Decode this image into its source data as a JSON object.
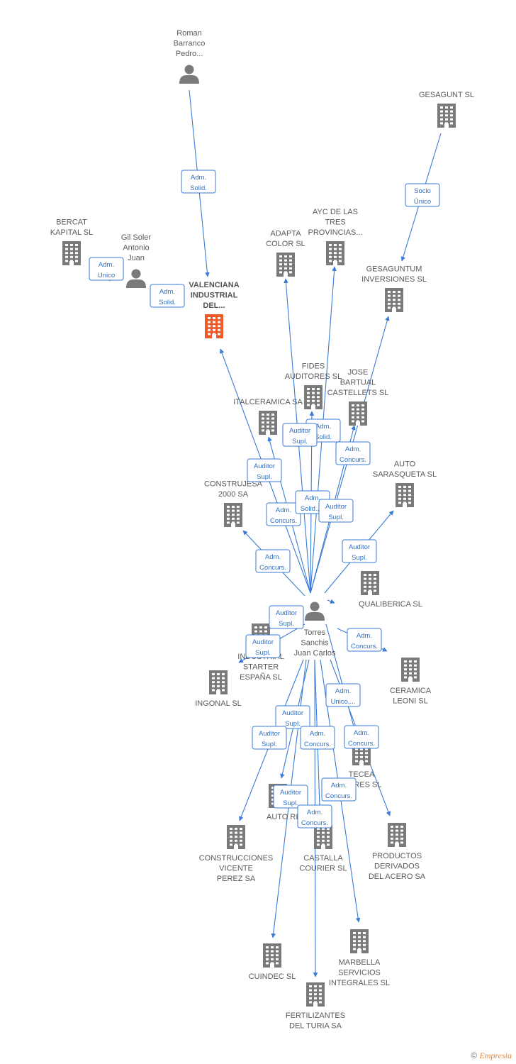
{
  "colors": {
    "edge": "#3a7bd5",
    "node": "#7a7a7a",
    "focus": "#f05a28",
    "label": "#5a5a5a"
  },
  "nodes": [
    {
      "id": "roman",
      "type": "person",
      "label": [
        "Roman",
        "Barranco",
        "Pedro..."
      ]
    },
    {
      "id": "gesagunt",
      "type": "company",
      "label": [
        "GESAGUNT SL"
      ]
    },
    {
      "id": "bercat",
      "type": "company",
      "label": [
        "BERCAT",
        "KAPITAL SL"
      ]
    },
    {
      "id": "gilsoler",
      "type": "person",
      "label": [
        "Gil Soler",
        "Antonio",
        "Juan"
      ]
    },
    {
      "id": "valenciana",
      "type": "company",
      "main": true,
      "label": [
        "VALENCIANA",
        "INDUSTRIAL",
        "DEL..."
      ]
    },
    {
      "id": "adapta",
      "type": "company",
      "label": [
        "ADAPTA",
        "COLOR SL"
      ]
    },
    {
      "id": "ayc",
      "type": "company",
      "label": [
        "AYC DE LAS",
        "TRES",
        "PROVINCIAS..."
      ]
    },
    {
      "id": "gesaguntum",
      "type": "company",
      "label": [
        "GESAGUNTUM",
        "INVERSIONES SL"
      ]
    },
    {
      "id": "fides",
      "type": "company",
      "label": [
        "FIDES",
        "AUDITORES SL"
      ]
    },
    {
      "id": "italceramica",
      "type": "company",
      "label": [
        "ITALCERAMICA SA"
      ]
    },
    {
      "id": "jose",
      "type": "company",
      "label": [
        "JOSE",
        "BARTUAL",
        "CASTELLETS SL"
      ]
    },
    {
      "id": "auto_sarasqueta",
      "type": "company",
      "label": [
        "AUTO",
        "SARASQUETA SL"
      ]
    },
    {
      "id": "construjesa",
      "type": "company",
      "label": [
        "CONSTRUJESA",
        "2000 SA"
      ]
    },
    {
      "id": "qualiberica",
      "type": "company",
      "label": [
        "QUALIBERICA SL"
      ]
    },
    {
      "id": "torres",
      "type": "person",
      "label": [
        "Torres",
        "Sanchis",
        "Juan Carlos"
      ]
    },
    {
      "id": "industrial_starter",
      "type": "company",
      "label": [
        "INDUSTRIAL",
        "STARTER",
        "ESPAÑA SL"
      ]
    },
    {
      "id": "ingonal",
      "type": "company",
      "label": [
        "INGONAL SL"
      ]
    },
    {
      "id": "ceramica_leoni",
      "type": "company",
      "label": [
        "CERAMICA",
        "LEONI SL"
      ]
    },
    {
      "id": "tecea",
      "type": "company",
      "label": [
        "TECEA",
        "...ORES SL"
      ]
    },
    {
      "id": "auto_ribes",
      "type": "company",
      "label": [
        "AUTO RIBES..."
      ]
    },
    {
      "id": "construcciones_vicente",
      "type": "company",
      "label": [
        "CONSTRUCCIONES",
        "VICENTE",
        "PEREZ SA"
      ]
    },
    {
      "id": "castalla",
      "type": "company",
      "label": [
        "CASTALLA",
        "COURIER  SL"
      ]
    },
    {
      "id": "productos",
      "type": "company",
      "label": [
        "PRODUCTOS",
        "DERIVADOS",
        "DEL ACERO SA"
      ]
    },
    {
      "id": "cuindec",
      "type": "company",
      "label": [
        "CUINDEC SL"
      ]
    },
    {
      "id": "marbella",
      "type": "company",
      "label": [
        "MARBELLA",
        "SERVICIOS",
        "INTEGRALES SL"
      ]
    },
    {
      "id": "fertilizantes",
      "type": "company",
      "label": [
        "FERTILIZANTES",
        "DEL TURIA SA"
      ]
    }
  ],
  "edges": [
    {
      "from": "roman",
      "to": "valenciana"
    },
    {
      "from": "gesagunt",
      "to": "gesaguntum"
    },
    {
      "from": "bercat",
      "to": "gilsoler"
    },
    {
      "from": "gilsoler",
      "to": "valenciana"
    },
    {
      "from": "torres",
      "to": "valenciana"
    },
    {
      "from": "torres",
      "to": "adapta"
    },
    {
      "from": "torres",
      "to": "ayc"
    },
    {
      "from": "torres",
      "to": "gesaguntum"
    },
    {
      "from": "torres",
      "to": "fides"
    },
    {
      "from": "torres",
      "to": "italceramica"
    },
    {
      "from": "torres",
      "to": "jose"
    },
    {
      "from": "torres",
      "to": "auto_sarasqueta"
    },
    {
      "from": "torres",
      "to": "construjesa"
    },
    {
      "from": "torres",
      "to": "qualiberica"
    },
    {
      "from": "torres",
      "to": "industrial_starter"
    },
    {
      "from": "torres",
      "to": "ceramica_leoni"
    },
    {
      "from": "torres",
      "to": "tecea"
    },
    {
      "from": "torres",
      "to": "auto_ribes"
    },
    {
      "from": "torres",
      "to": "construcciones_vicente"
    },
    {
      "from": "torres",
      "to": "castalla"
    },
    {
      "from": "torres",
      "to": "productos"
    },
    {
      "from": "torres",
      "to": "cuindec"
    },
    {
      "from": "torres",
      "to": "marbella"
    },
    {
      "from": "torres",
      "to": "fertilizantes"
    }
  ],
  "relations": [
    {
      "lines": [
        "Adm.",
        "Solid."
      ]
    },
    {
      "lines": [
        "Socio",
        "Único"
      ]
    },
    {
      "lines": [
        "Adm.",
        "Unico"
      ]
    },
    {
      "lines": [
        "Adm.",
        "Solid."
      ]
    },
    {
      "lines": [
        "Auditor",
        "Supl."
      ]
    },
    {
      "lines": [
        "Adm.",
        "Solid."
      ]
    },
    {
      "lines": [
        "Adm.",
        "Concurs."
      ]
    },
    {
      "lines": [
        "Auditor",
        "Supl."
      ]
    },
    {
      "lines": [
        "Adm.",
        "Concurs."
      ]
    },
    {
      "lines": [
        "Adm.",
        "Solid.,..."
      ]
    },
    {
      "lines": [
        "Auditor",
        "Supl."
      ]
    },
    {
      "lines": [
        "Auditor",
        "Supl."
      ]
    },
    {
      "lines": [
        "Adm.",
        "Concurs."
      ]
    },
    {
      "lines": [
        "Auditor",
        "Supl."
      ]
    },
    {
      "lines": [
        "Auditor",
        "Supl."
      ]
    },
    {
      "lines": [
        "Adm.",
        "Concurs."
      ]
    },
    {
      "lines": [
        "Adm.",
        "Unico,..."
      ]
    },
    {
      "lines": [
        "Auditor",
        "Supl."
      ]
    },
    {
      "lines": [
        "Auditor",
        "Supl."
      ]
    },
    {
      "lines": [
        "Adm.",
        "Concurs."
      ]
    },
    {
      "lines": [
        "Adm.",
        "Concurs."
      ]
    },
    {
      "lines": [
        "Adm.",
        "Concurs."
      ]
    },
    {
      "lines": [
        "Auditor",
        "Supl."
      ]
    },
    {
      "lines": [
        "Adm.",
        "Concurs."
      ]
    }
  ],
  "footer": {
    "copyright": "©",
    "brand": "Empresia"
  }
}
